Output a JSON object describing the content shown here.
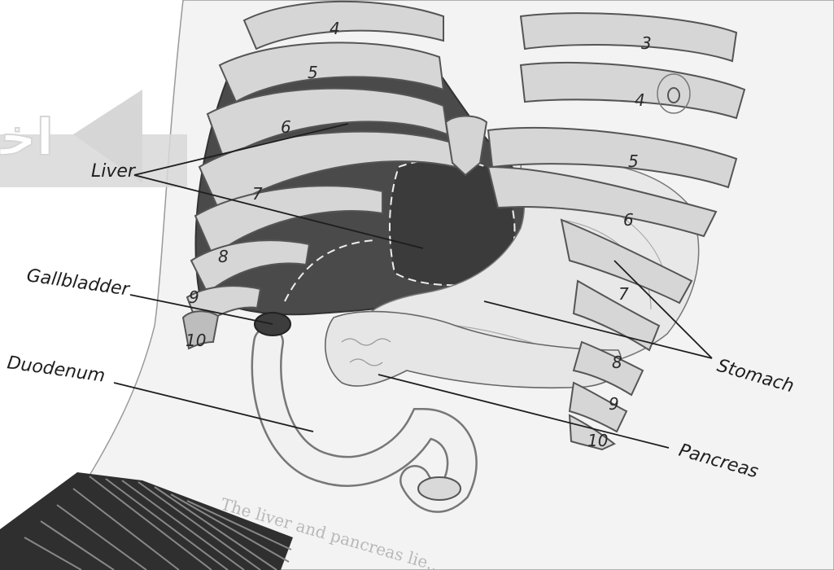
{
  "labels": {
    "liver": "Liver",
    "gallbladder": "Gallbladder",
    "duodenum": "Duodenum",
    "stomach": "Stomach",
    "pancreas": "Pancreas"
  },
  "rib_numbers": {
    "left": [
      "4",
      "5",
      "6",
      "7",
      "8",
      "9",
      "10"
    ],
    "right": [
      "3",
      "4",
      "5",
      "6",
      "7",
      "8",
      "9",
      "10"
    ]
  },
  "caption": "The liver and pancreas lie..."
}
